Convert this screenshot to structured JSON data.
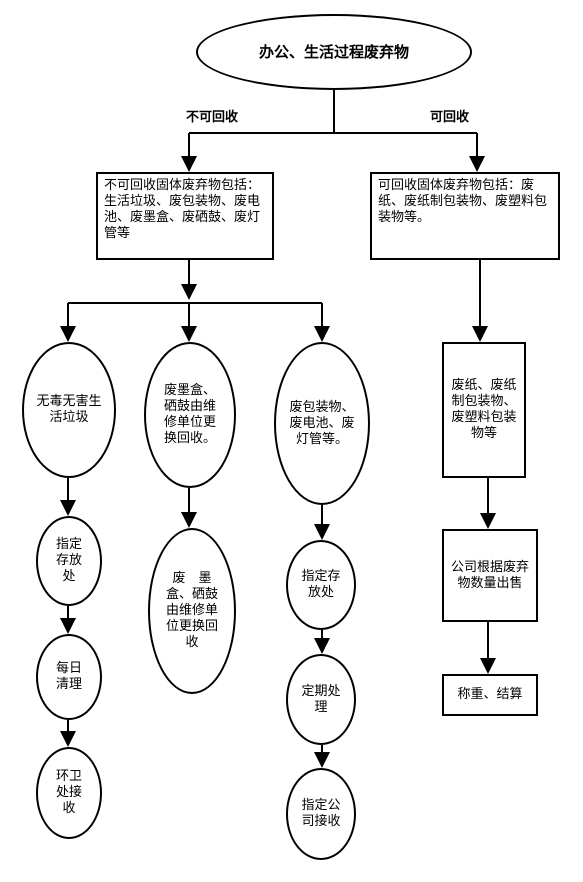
{
  "root": {
    "title": "办公、生活过程废弃物"
  },
  "branches": {
    "left_label": "不可回收",
    "right_label": "可回收"
  },
  "nonrecyclable": {
    "text": "不可回收固体废弃物包括：生活垃圾、废包装物、废电池、废墨盒、废硒鼓、废灯管等"
  },
  "recyclable": {
    "text": "可回收固体废弃物包括：废纸、废纸制包装物、废塑料包装物等。"
  },
  "col1": [
    "无毒无害生活垃圾",
    "指定存放处",
    "每日清理",
    "环卫处接收"
  ],
  "col2": [
    "废墨盒、硒鼓由维修单位更换回收。",
    "废　墨盒、硒鼓由维修单位更换回收"
  ],
  "col3": [
    "废包装物、废电池、废灯管等。",
    "指定存放处",
    "定期处理",
    "指定公司接收"
  ],
  "col4": [
    "废纸、废纸制包装物、废塑料包装物等",
    "公司根据废弃物数量出售",
    "称重、结算"
  ]
}
